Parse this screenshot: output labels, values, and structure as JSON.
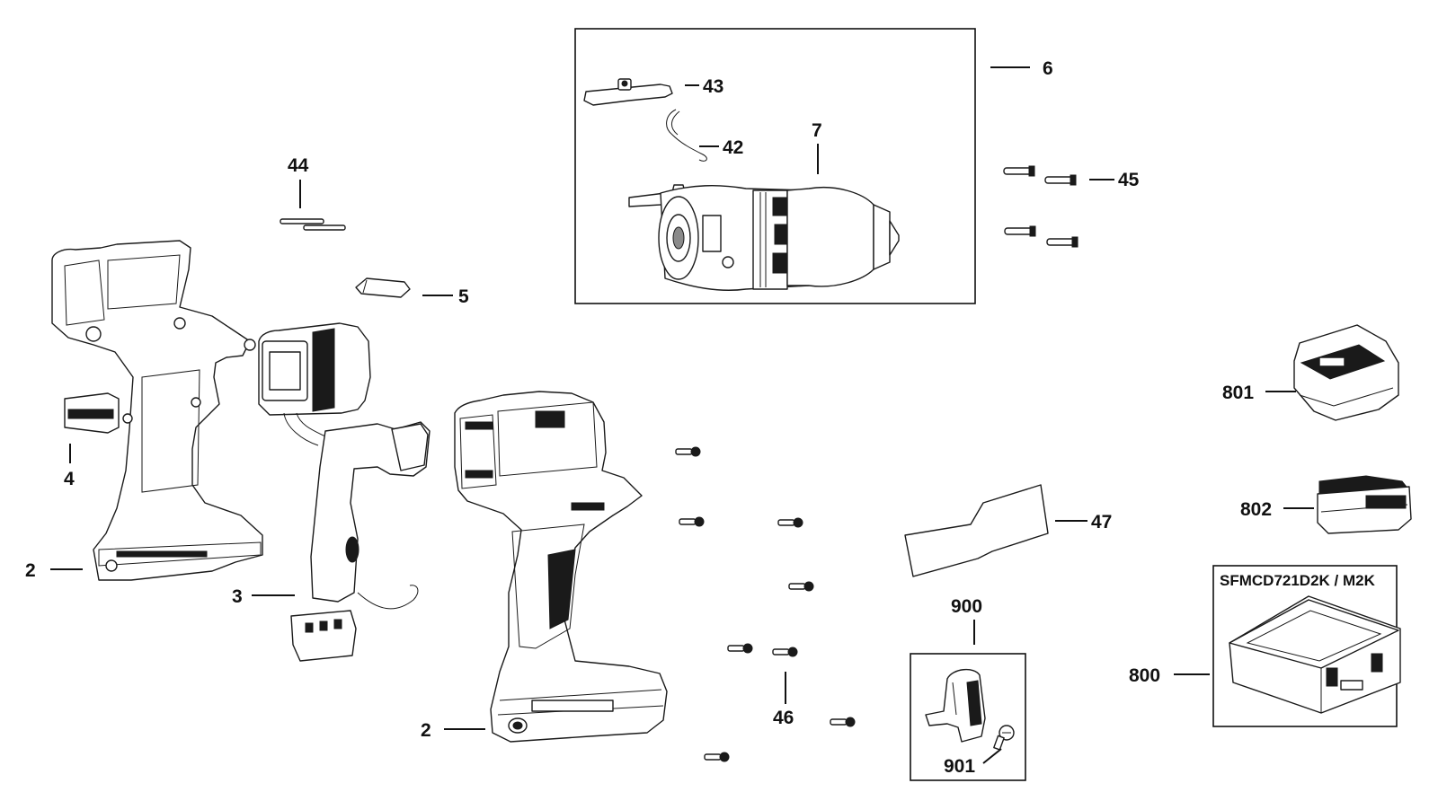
{
  "callouts": {
    "c6": "6",
    "c43": "43",
    "c42": "42",
    "c7": "7",
    "c44": "44",
    "c45": "45",
    "c5": "5",
    "c4": "4",
    "c2a": "2",
    "c3": "3",
    "c2b": "2",
    "c801": "801",
    "c802": "802",
    "c47": "47",
    "c900": "900",
    "c901": "901",
    "c46": "46",
    "c800": "800"
  },
  "kit_label": "SFMCD721D2K / M2K",
  "colors": {
    "ink": "#111111",
    "paper": "#ffffff",
    "shade": "#8a8a8a"
  }
}
